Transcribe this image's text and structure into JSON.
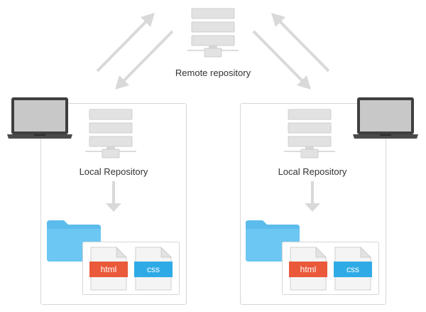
{
  "remote": {
    "label": "Remote repository"
  },
  "locals": [
    {
      "label": "Local Repository",
      "files": [
        {
          "label": "html",
          "color": "#e9593a"
        },
        {
          "label": "css",
          "color": "#2eabe6"
        }
      ]
    },
    {
      "label": "Local Repository",
      "files": [
        {
          "label": "html",
          "color": "#e9593a"
        },
        {
          "label": "css",
          "color": "#2eabe6"
        }
      ]
    }
  ],
  "colors": {
    "server": "#e2e2e2",
    "server_stroke": "#cfcfcf",
    "arrow": "#d9d9d9",
    "box_stroke": "#d7d7d7",
    "folder": "#5bbcec",
    "laptop_body": "#3f3f3f",
    "laptop_screen": "#c8c8c8"
  },
  "icons": [
    "server-icon",
    "laptop-icon",
    "folder-icon",
    "file-icon",
    "arrow-icon"
  ]
}
